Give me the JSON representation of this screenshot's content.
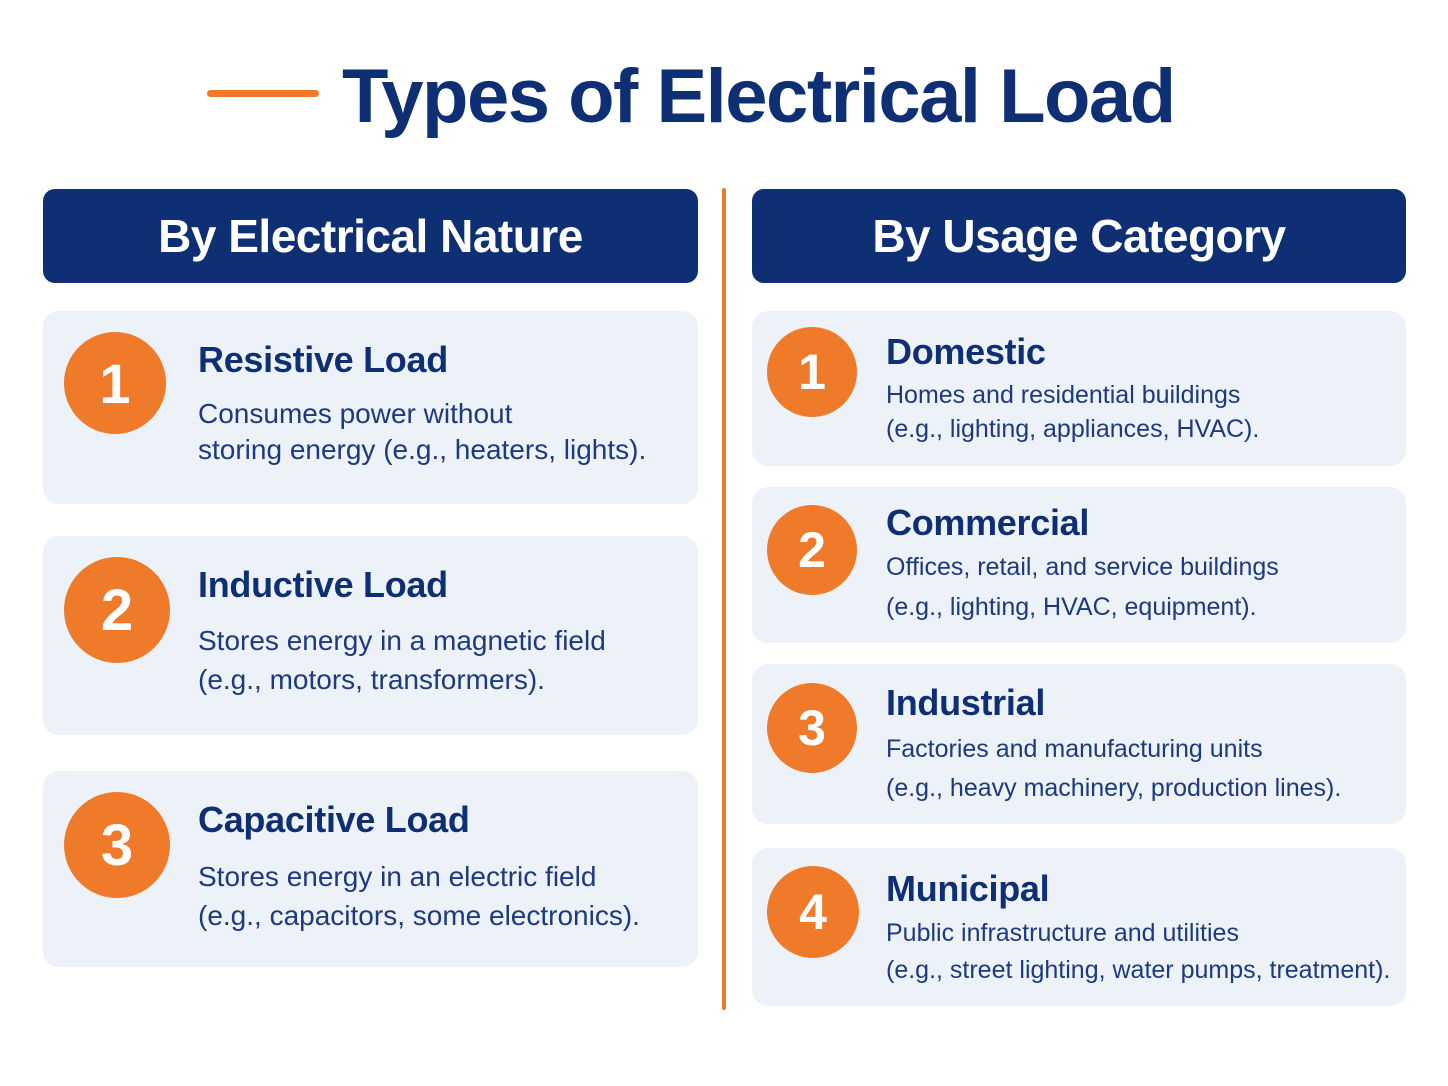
{
  "title": "Types of Electrical Load",
  "columns": {
    "left": {
      "header": "By Electrical Nature",
      "items": [
        {
          "number": "1",
          "title": "Resistive Load",
          "line1": "Consumes power without",
          "line2": "storing energy (e.g., heaters, lights)."
        },
        {
          "number": "2",
          "title": "Inductive Load",
          "line1": "Stores energy in a magnetic field",
          "line2": "(e.g., motors, transformers)."
        },
        {
          "number": "3",
          "title": "Capacitive Load",
          "line1": "Stores energy in an electric field",
          "line2": "(e.g., capacitors, some electronics)."
        }
      ]
    },
    "right": {
      "header": "By Usage Category",
      "items": [
        {
          "number": "1",
          "title": "Domestic",
          "line1": "Homes and residential buildings",
          "line2": "(e.g., lighting, appliances, HVAC)."
        },
        {
          "number": "2",
          "title": "Commercial",
          "line1": "Offices, retail, and service buildings",
          "line2": "(e.g., lighting, HVAC, equipment)."
        },
        {
          "number": "3",
          "title": "Industrial",
          "line1": "Factories and manufacturing units",
          "line2": "(e.g., heavy machinery, production lines)."
        },
        {
          "number": "4",
          "title": "Municipal",
          "line1": "Public infrastructure and utilities",
          "line2": "(e.g., street lighting, water pumps, treatment)."
        }
      ]
    }
  },
  "colors": {
    "navy": "#0e2f73",
    "orange": "#ee7a2a",
    "card_bg": "#edf1f8"
  }
}
